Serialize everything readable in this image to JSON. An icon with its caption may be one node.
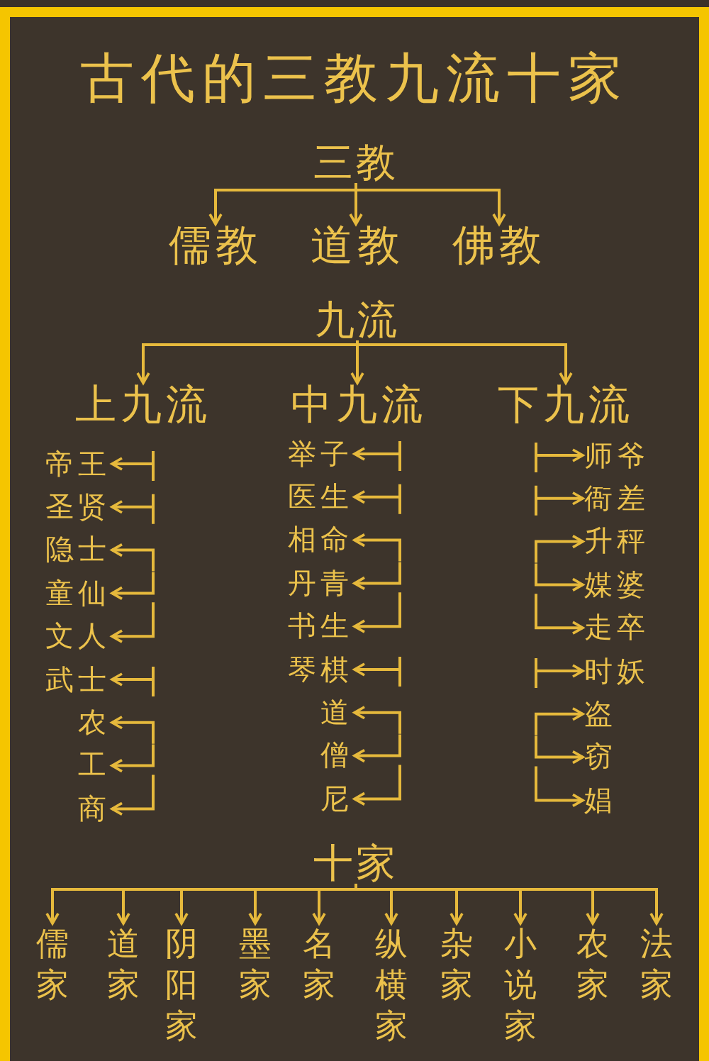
{
  "diagram": {
    "title": "古代的三教九流十家",
    "nodes": [
      {
        "text": [
          "三教"
        ]
      },
      {
        "text": [
          "儒教"
        ]
      },
      {
        "text": [
          "道教"
        ]
      },
      {
        "text": [
          "佛教"
        ]
      },
      {
        "text": [
          "九流"
        ]
      },
      {
        "text": [
          "上九流"
        ]
      },
      {
        "text": [
          "中九流"
        ]
      },
      {
        "text": [
          "下九流"
        ]
      },
      {
        "text": [
          "帝王"
        ]
      },
      {
        "text": [
          "圣贤"
        ]
      },
      {
        "text": [
          "隐士"
        ]
      },
      {
        "text": [
          "童仙"
        ]
      },
      {
        "text": [
          "文人"
        ]
      },
      {
        "text": [
          "武士"
        ]
      },
      {
        "text": [
          "农"
        ]
      },
      {
        "text": [
          "工"
        ]
      },
      {
        "text": [
          "商"
        ]
      },
      {
        "text": [
          "举子"
        ]
      },
      {
        "text": [
          "医生"
        ]
      },
      {
        "text": [
          "相命"
        ]
      },
      {
        "text": [
          "丹青"
        ]
      },
      {
        "text": [
          "书生"
        ]
      },
      {
        "text": [
          "琴棋"
        ]
      },
      {
        "text": [
          "道"
        ]
      },
      {
        "text": [
          "僧"
        ]
      },
      {
        "text": [
          "尼"
        ]
      },
      {
        "text": [
          "师爷"
        ]
      },
      {
        "text": [
          "衙差"
        ]
      },
      {
        "text": [
          "升秤"
        ]
      },
      {
        "text": [
          "媒婆"
        ]
      },
      {
        "text": [
          "走卒"
        ]
      },
      {
        "text": [
          "时妖"
        ]
      },
      {
        "text": [
          "盗"
        ]
      },
      {
        "text": [
          "窃"
        ]
      },
      {
        "text": [
          "娼"
        ]
      },
      {
        "text": [
          "十家"
        ]
      },
      {
        "text": [
          "儒家"
        ]
      },
      {
        "text": [
          "道家"
        ]
      },
      {
        "text": [
          "阴阳家"
        ]
      },
      {
        "text": [
          "墨家"
        ]
      },
      {
        "text": [
          "名家"
        ]
      },
      {
        "text": [
          "纵横家"
        ]
      },
      {
        "text": [
          "杂家"
        ]
      },
      {
        "text": [
          "小说家"
        ]
      },
      {
        "text": [
          "农家"
        ]
      },
      {
        "text": [
          "法家"
        ]
      }
    ],
    "edges": [
      {
        "from": 0,
        "to": 1,
        "arrow": "to"
      },
      {
        "from": 0,
        "to": 2,
        "arrow": "to"
      },
      {
        "from": 0,
        "to": 3,
        "arrow": "to"
      },
      {
        "from": 4,
        "to": 5,
        "arrow": "to"
      },
      {
        "from": 4,
        "to": 6,
        "arrow": "to"
      },
      {
        "from": 4,
        "to": 7,
        "arrow": "to"
      },
      {
        "from": null,
        "to": 8,
        "arrow": "to"
      },
      {
        "from": null,
        "to": 9,
        "arrow": "to"
      },
      {
        "from": null,
        "to": 10,
        "arrow": "to"
      },
      {
        "from": null,
        "to": 11,
        "arrow": "to"
      },
      {
        "from": null,
        "to": 12,
        "arrow": "to"
      },
      {
        "from": null,
        "to": 13,
        "arrow": "to"
      },
      {
        "from": null,
        "to": 14,
        "arrow": "to"
      },
      {
        "from": null,
        "to": 15,
        "arrow": "to"
      },
      {
        "from": null,
        "to": 16,
        "arrow": "to"
      },
      {
        "from": null,
        "to": 17,
        "arrow": "to"
      },
      {
        "from": null,
        "to": 18,
        "arrow": "to"
      },
      {
        "from": null,
        "to": 19,
        "arrow": "to"
      },
      {
        "from": null,
        "to": 20,
        "arrow": "to"
      },
      {
        "from": null,
        "to": 21,
        "arrow": "to"
      },
      {
        "from": null,
        "to": 22,
        "arrow": "to"
      },
      {
        "from": null,
        "to": 23,
        "arrow": "to"
      },
      {
        "from": null,
        "to": 24,
        "arrow": "to"
      },
      {
        "from": null,
        "to": 25,
        "arrow": "to"
      },
      {
        "from": null,
        "to": 26,
        "arrow": "to"
      },
      {
        "from": null,
        "to": 27,
        "arrow": "to"
      },
      {
        "from": null,
        "to": 28,
        "arrow": "to"
      },
      {
        "from": null,
        "to": 29,
        "arrow": "to"
      },
      {
        "from": null,
        "to": 30,
        "arrow": "to"
      },
      {
        "from": null,
        "to": 31,
        "arrow": "to"
      },
      {
        "from": null,
        "to": 32,
        "arrow": "to"
      },
      {
        "from": null,
        "to": 33,
        "arrow": "to"
      },
      {
        "from": null,
        "to": 34,
        "arrow": "to"
      },
      {
        "from": 35,
        "to": 36,
        "arrow": "to"
      },
      {
        "from": 35,
        "to": 37,
        "arrow": "to"
      },
      {
        "from": 35,
        "to": 38,
        "arrow": "to"
      },
      {
        "from": 35,
        "to": 39,
        "arrow": "to"
      },
      {
        "from": 35,
        "to": 40,
        "arrow": "to"
      },
      {
        "from": 35,
        "to": 41,
        "arrow": "to"
      },
      {
        "from": 35,
        "to": 42,
        "arrow": "to"
      },
      {
        "from": 35,
        "to": 43,
        "arrow": "to"
      },
      {
        "from": 35,
        "to": 44,
        "arrow": "to"
      },
      {
        "from": 35,
        "to": 45,
        "arrow": "to"
      }
    ]
  }
}
